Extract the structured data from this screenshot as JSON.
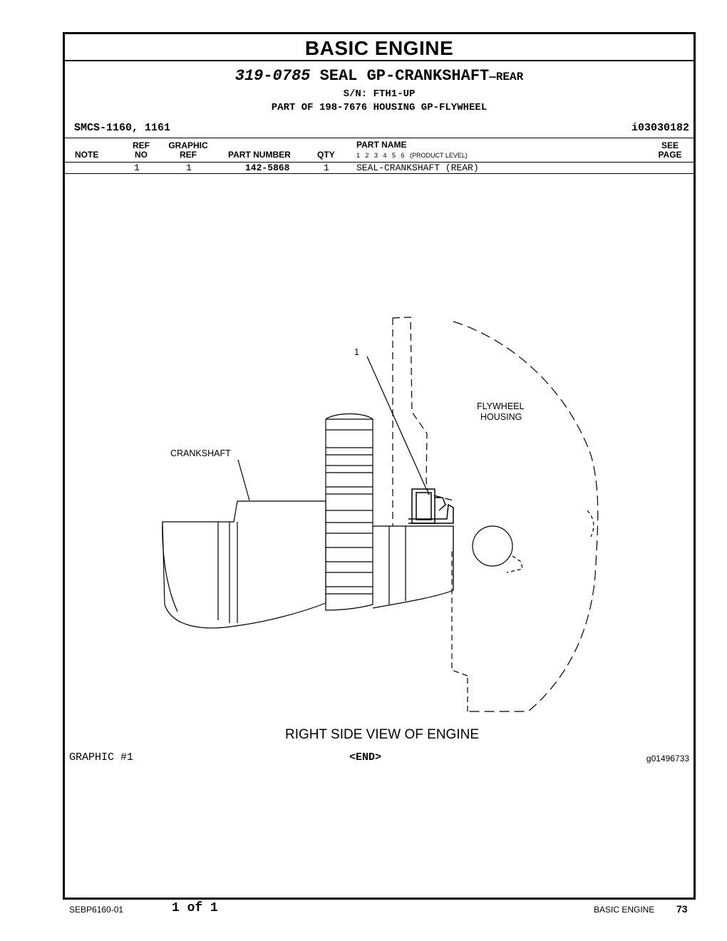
{
  "page": {
    "section_title": "BASIC ENGINE",
    "group": {
      "number": "319-0785",
      "name": "SEAL GP-CRANKSHAFT",
      "suffix": "—REAR",
      "serial": "S/N: FTH1-UP",
      "part_of": "PART OF 198-7676 HOUSING GP-FLYWHEEL"
    },
    "smcs": "SMCS-1160, 1161",
    "info_code": "i03030182"
  },
  "table": {
    "headers": {
      "note": "NOTE",
      "ref_no_top": "REF",
      "ref_no_bottom": "NO",
      "graphic_ref_top": "GRAPHIC",
      "graphic_ref_bottom": "REF",
      "part_number": "PART NUMBER",
      "qty": "QTY",
      "part_name": "PART NAME",
      "product_levels": "1   2   3   4   5   6   (PRODUCT LEVEL)",
      "see_page_top": "SEE",
      "see_page_bottom": "PAGE"
    },
    "rows": [
      {
        "note": "",
        "ref_no": "1",
        "graphic_ref": "1",
        "part_number": "142-5868",
        "qty": "1",
        "part_name": "SEAL-CRANKSHAFT (REAR)",
        "see_page": ""
      }
    ]
  },
  "drawing": {
    "callout": "1",
    "label_crankshaft": "CRANKSHAFT",
    "label_flywheel_line1": "FLYWHEEL",
    "label_flywheel_line2": "HOUSING",
    "caption": "RIGHT SIDE VIEW OF ENGINE"
  },
  "graphic": {
    "label": "GRAPHIC #1",
    "end": "<END>",
    "code": "g01496733"
  },
  "footer": {
    "doc_number": "SEBP6160-01",
    "page_of": "1 of 1",
    "section": "BASIC ENGINE",
    "page_number": "73"
  }
}
